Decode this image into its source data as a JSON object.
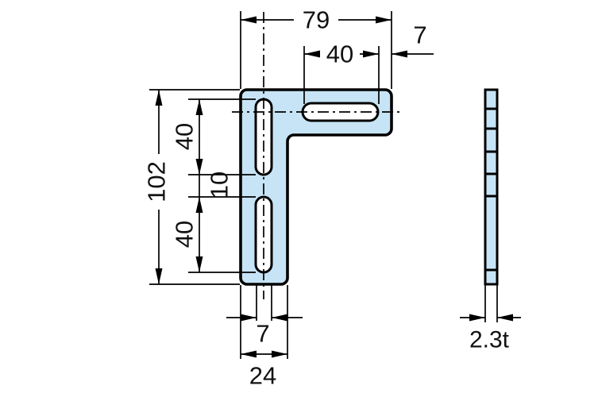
{
  "drawing": {
    "type": "technical-dimension-drawing",
    "views": {
      "front": "L-shaped corner bracket with three slotted holes",
      "side": "edge profile showing material thickness"
    }
  },
  "dimensions": {
    "overall_width": "79",
    "top_slot_length": "40",
    "top_edge_margin": "7",
    "overall_height": "102",
    "slot_length_upper": "40",
    "slot_gap": "10",
    "slot_length_lower": "40",
    "slot_width": "7",
    "arm_width": "24",
    "thickness": "2.3t"
  },
  "colors": {
    "part_fill": "#c7e4f6",
    "slot_fill": "#ffffff",
    "line": "#000000",
    "background": "#ffffff"
  }
}
